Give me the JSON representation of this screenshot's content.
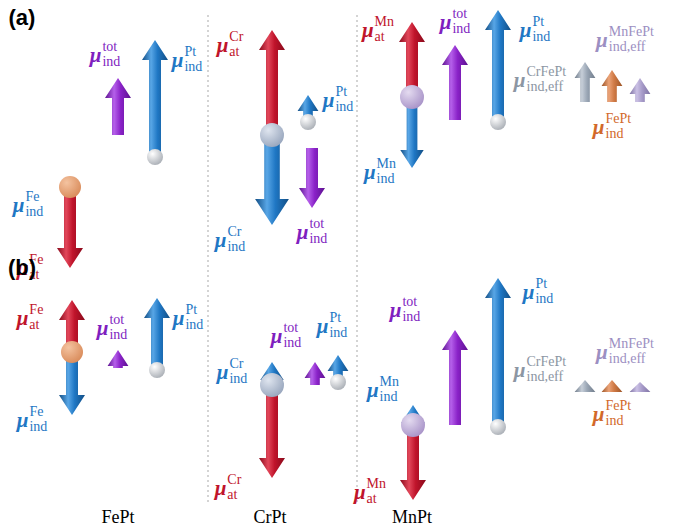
{
  "diagram": {
    "labels": [
      "(a)",
      "μ",
      "Fe",
      "at",
      "μ",
      "Fe",
      "ind",
      "μ",
      "tot",
      "ind",
      "μ",
      "Pt",
      "ind",
      "μ",
      "Cr",
      "at",
      "μ",
      "Cr",
      "ind",
      "μ",
      "tot",
      "ind",
      "μ",
      "Pt",
      "ind",
      "μ",
      "Mn",
      "at",
      "μ",
      "tot",
      "ind",
      "μ",
      "Pt",
      "ind",
      "μ",
      "Mn",
      "ind",
      "μ",
      "CrFePt",
      "ind,eff",
      "μ",
      "MnFePt",
      "ind,eff",
      "μ",
      "FePt",
      "ind",
      "(b)",
      "μ",
      "Fe",
      "at",
      "μ",
      "Fe",
      "ind",
      "μ",
      "tot",
      "ind",
      "μ",
      "Pt",
      "ind",
      "μ",
      "Cr",
      "ind",
      "μ",
      "Cr",
      "at",
      "μ",
      "tot",
      "ind",
      "μ",
      "Pt",
      "ind",
      "μ",
      "Mn",
      "at",
      "μ",
      "Mn",
      "ind",
      "μ",
      "tot",
      "ind",
      "μ",
      "Pt",
      "ind",
      "μ",
      "CrFePt",
      "ind,eff",
      "μ",
      "MnFePt",
      "ind,eff",
      "μ",
      "FePt",
      "ind",
      "FePt",
      "CrPt",
      "MnPt"
    ]
  }
}
